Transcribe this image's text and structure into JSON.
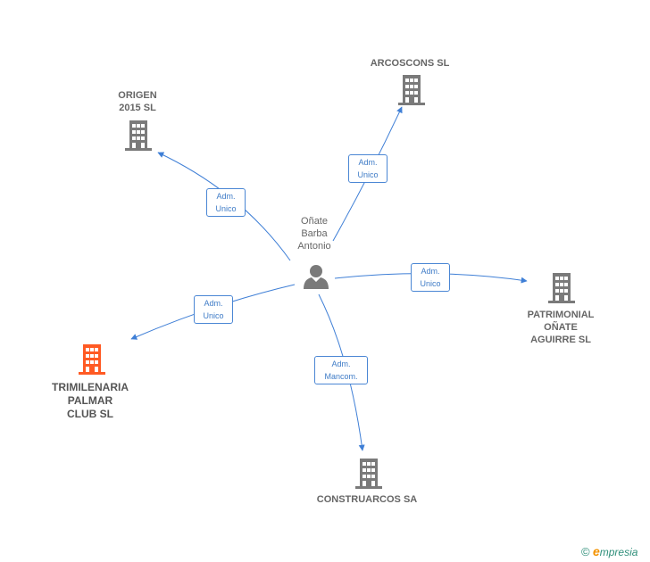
{
  "center": {
    "name_lines": [
      "Oñate",
      "Barba",
      "Antonio"
    ]
  },
  "companies": {
    "origen": {
      "lines": [
        "ORIGEN",
        "2015  SL"
      ]
    },
    "arcoscons": {
      "lines": [
        "ARCOSCONS SL"
      ]
    },
    "patrimonial": {
      "lines": [
        "PATRIMONIAL",
        "OÑATE",
        "AGUIRRE SL"
      ]
    },
    "trimilenaria": {
      "lines": [
        "TRIMILENARIA",
        "PALMAR",
        "CLUB  SL"
      ]
    },
    "construarcos": {
      "lines": [
        "CONSTRUARCOS SA"
      ]
    }
  },
  "relations": {
    "origen": [
      "Adm.",
      "Unico"
    ],
    "arcoscons": [
      "Adm.",
      "Unico"
    ],
    "patrimonial": [
      "Adm.",
      "Unico"
    ],
    "trimilenaria": [
      "Adm.",
      "Unico"
    ],
    "construarcos": [
      "Adm.",
      "Mancom."
    ]
  },
  "colors": {
    "edge": "#3f7fd6",
    "building_default": "#7a7a7a",
    "building_highlight": "#ff5a23",
    "person": "#7a7a7a"
  },
  "brand": {
    "copyright": "©",
    "e": "e",
    "rest": "mpresia"
  }
}
